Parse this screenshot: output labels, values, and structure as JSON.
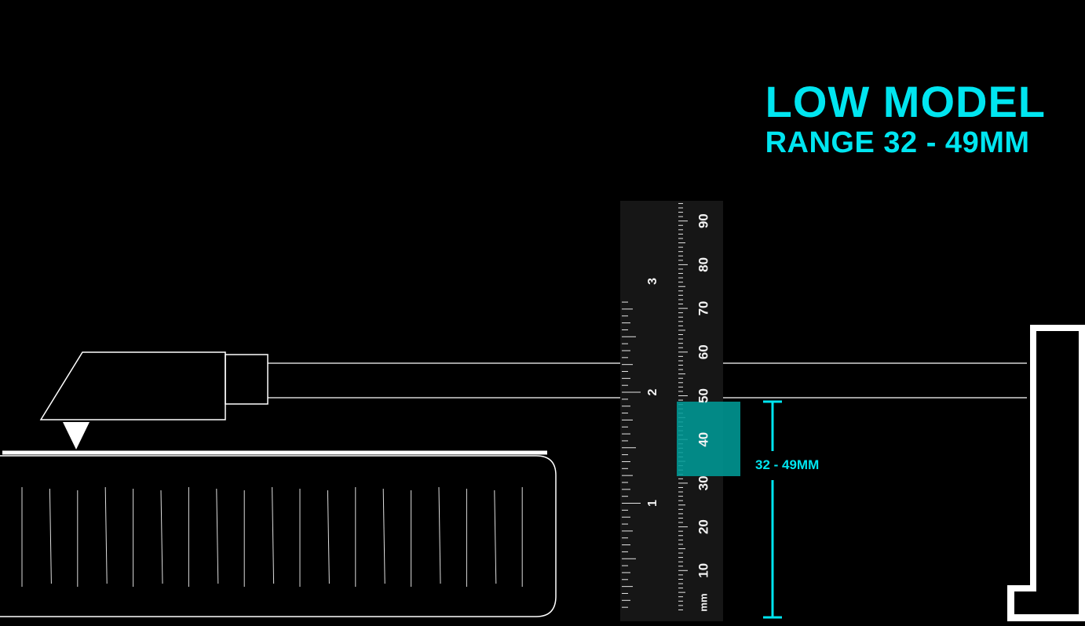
{
  "title": "LOW MODEL",
  "subtitle": "RANGE 32 - 49MM",
  "range_label": "32 - 49MM",
  "range": {
    "min_mm": 32,
    "max_mm": 49,
    "unit": "mm"
  },
  "ruler": {
    "unit_label": "mm",
    "mm_labels": [
      "10",
      "20",
      "30",
      "40",
      "50",
      "60",
      "70",
      "80",
      "90"
    ],
    "inch_labels": [
      "1",
      "2",
      "3"
    ]
  },
  "colors": {
    "accent": "#00e5f0",
    "highlight": "#009a96",
    "background": "#000000",
    "line": "#ffffff"
  }
}
